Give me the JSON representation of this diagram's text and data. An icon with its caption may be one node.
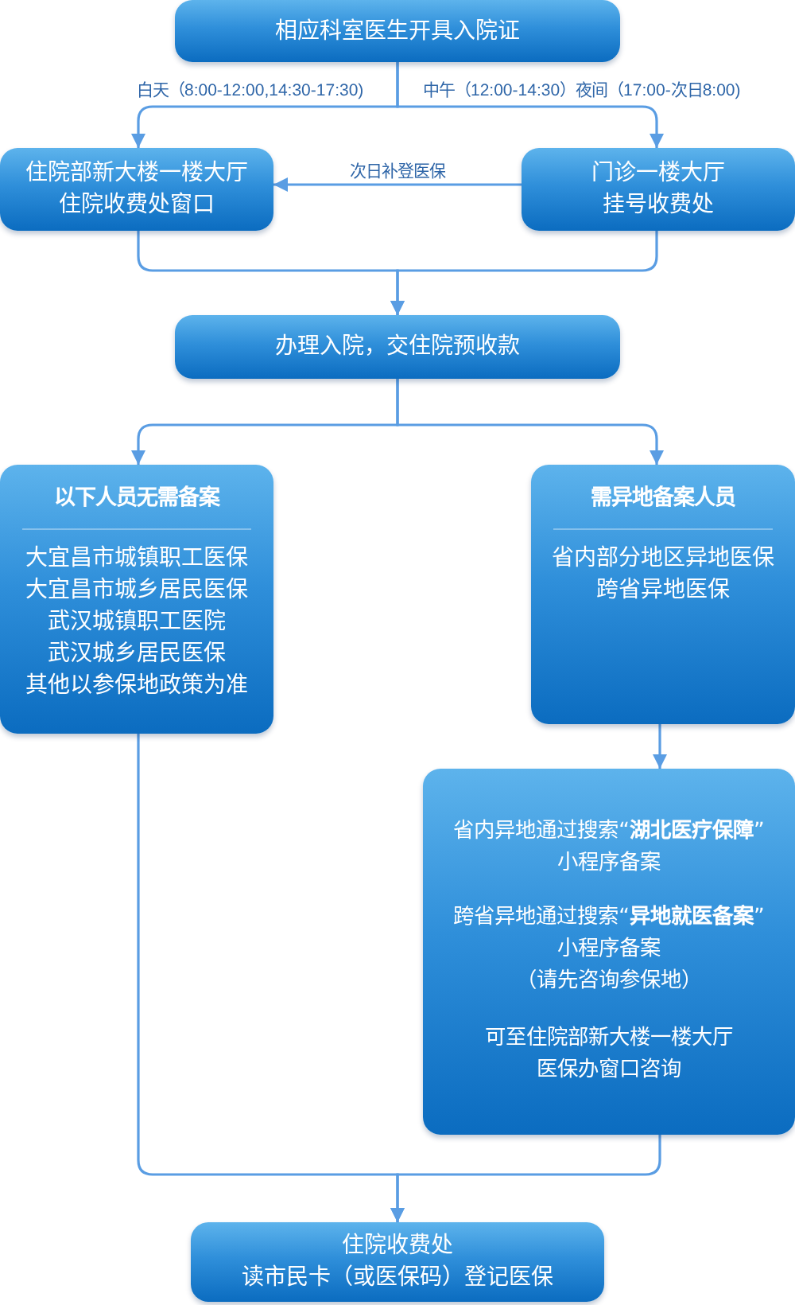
{
  "diagram": {
    "nodes": [
      {
        "text": [
          "相应科室医生开具入院证"
        ]
      },
      {
        "text": [
          "住院部新大楼一楼大厅",
          "住院收费处窗口"
        ]
      },
      {
        "text": [
          "门诊一楼大厅",
          "挂号收费处"
        ]
      },
      {
        "text": [
          "办理入院，交住院预收款"
        ]
      },
      {
        "text": [
          "以下人员无需备案",
          "大宜昌市城镇职工医保",
          "大宜昌市城乡居民医保",
          "武汉城镇职工医院",
          "武汉城乡居民医保",
          "其他以参保地政策为准"
        ]
      },
      {
        "text": [
          "需异地备案人员",
          "省内部分地区异地医保",
          "跨省异地医保"
        ]
      },
      {
        "text": [
          "省内异地通过搜索“**湖北医疗保障**”小程序备案",
          "跨省异地通过搜索“**异地就医备案**”小程序备案",
          "（请先咨询参保地）",
          "可至住院部新大楼一楼大厅医保办窗口咨询"
        ]
      },
      {
        "text": [
          "住院收费处",
          "读市民卡（或医保码）登记医保"
        ]
      }
    ],
    "edges": [
      {
        "from": 0,
        "to": 1,
        "arrow": "to",
        "label": "白天（8:00-12:00,14:30-17:30)"
      },
      {
        "from": 0,
        "to": 2,
        "arrow": "to",
        "label": "中午（12:00-14:30）夜间（17:00-次日8:00)"
      },
      {
        "from": 2,
        "to": 1,
        "arrow": "to",
        "label": "次日补登医保"
      },
      {
        "from": 1,
        "to": 3,
        "arrow": "to"
      },
      {
        "from": 2,
        "to": 3,
        "arrow": "to"
      },
      {
        "from": 3,
        "to": 4,
        "arrow": "to"
      },
      {
        "from": 3,
        "to": 5,
        "arrow": "to"
      },
      {
        "from": 5,
        "to": 6,
        "arrow": "to"
      },
      {
        "from": 4,
        "to": 7,
        "arrow": "to"
      },
      {
        "from": 6,
        "to": 7,
        "arrow": "to"
      }
    ]
  }
}
